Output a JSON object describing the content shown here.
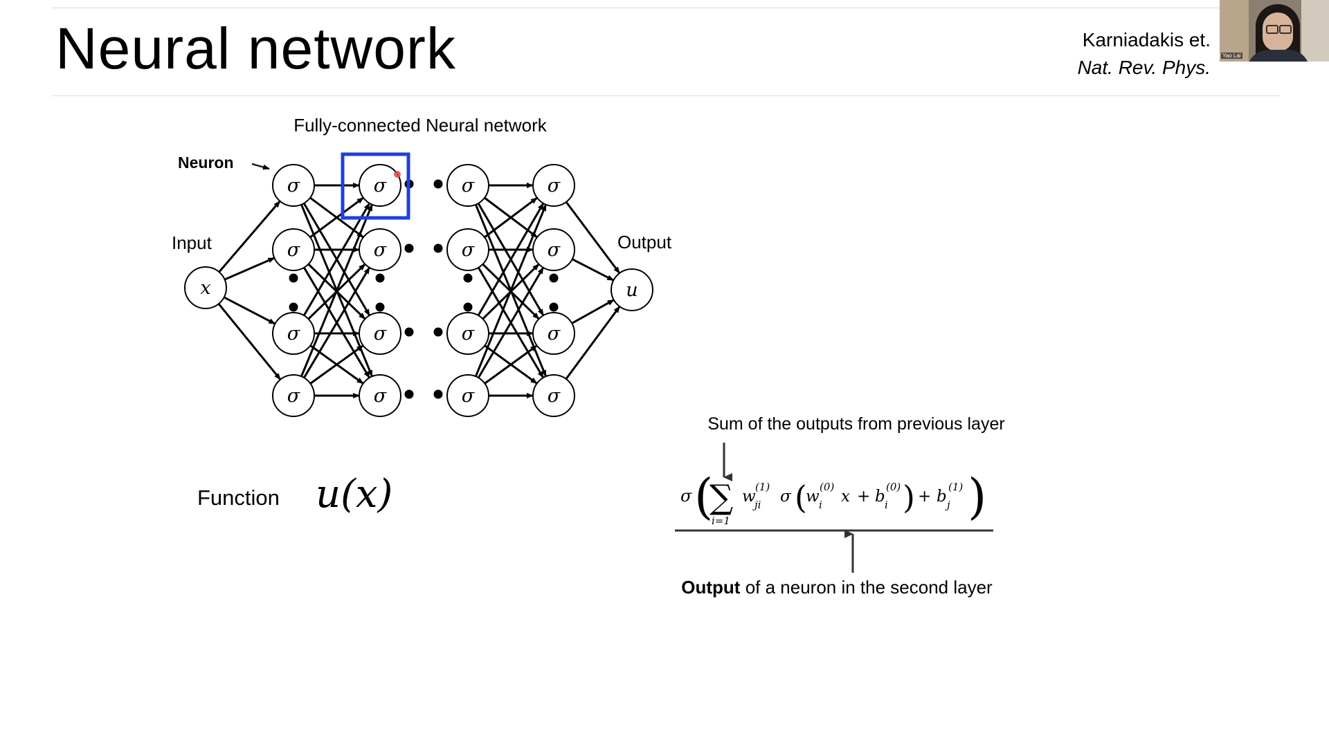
{
  "slide": {
    "title": "Neural network",
    "citation_line1": "Karniadakis et.",
    "citation_line2": "Nat. Rev. Phys."
  },
  "webcam": {
    "name": "Yao Lai"
  },
  "diagram": {
    "heading": "Fully-connected Neural network",
    "neuron_label": "Neuron",
    "input_label": "Input",
    "output_label": "Output",
    "input_symbol": "x",
    "output_symbol": "u",
    "neuron_symbol": "σ",
    "highlight_color": "#1f3fe0"
  },
  "function": {
    "label": "Function",
    "expression": "u(x)"
  },
  "formula": {
    "caption_top": "Sum of the outputs from previous layer",
    "caption_bottom_bold": "Output",
    "caption_bottom_rest": " of a neuron in the second layer",
    "sigma": "σ",
    "sum_lower": "i=1",
    "w1": "w",
    "w1_sub": "ji",
    "w1_sup": "(1)",
    "inner_sigma": "σ",
    "w0": "w",
    "w0_sub": "i",
    "w0_sup": "(0)",
    "x": "x",
    "plus1": "+",
    "b0": "b",
    "b0_sub": "i",
    "b0_sup": "(0)",
    "plus2": "+",
    "b1": "b",
    "b1_sub": "j",
    "b1_sup": "(1)"
  }
}
